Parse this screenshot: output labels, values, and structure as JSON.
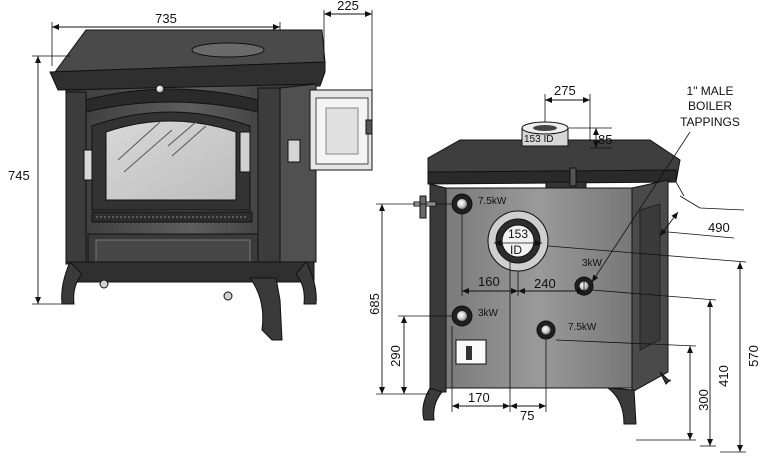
{
  "front_view": {
    "width_label": "735",
    "height_label": "745",
    "door_open_label": "225"
  },
  "rear_view": {
    "flue_offset_label": "275",
    "flue_height_label": "85",
    "flue_label": "153 ID",
    "depth_label": "490",
    "rear_outlet_label_top": "153",
    "rear_outlet_label_bottom": "ID",
    "tappings_label_line1": "1\" MALE",
    "tappings_label_line2": "BOILER",
    "tappings_label_line3": "TAPPINGS",
    "boiler_top_left": "7.5kW",
    "boiler_bottom_left": "3kW",
    "boiler_right_upper": "3kW",
    "boiler_right_lower": "7.5kW",
    "h_dim_160": "160",
    "h_dim_240": "240",
    "h_dim_170": "170",
    "h_dim_75": "75",
    "v_dim_685": "685",
    "v_dim_290": "290",
    "v_dim_300": "300",
    "v_dim_410": "410",
    "v_dim_570": "570"
  }
}
